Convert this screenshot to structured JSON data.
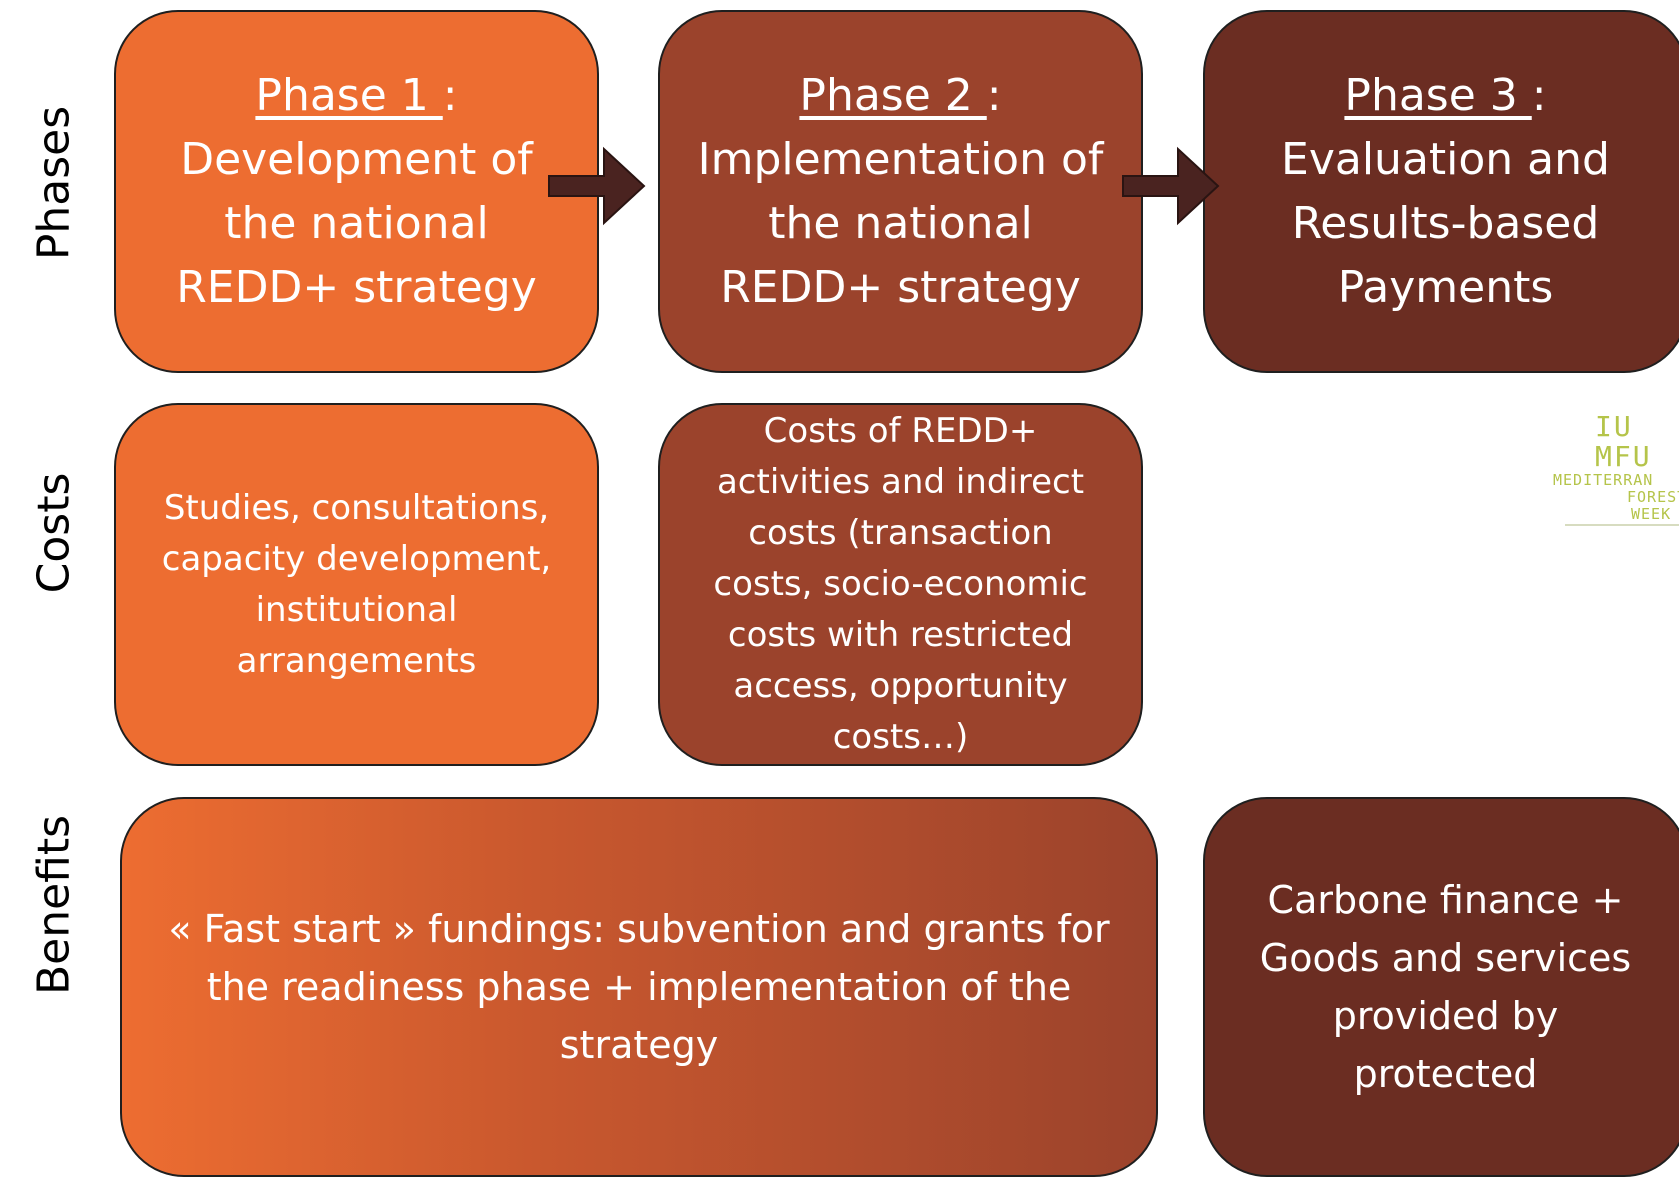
{
  "row_labels": {
    "phases": "Phases",
    "costs": "Costs",
    "benefits": "Benefits"
  },
  "phases": [
    {
      "heading": "Phase 1 ",
      "colon": ":",
      "lines": [
        "Development of",
        "the national",
        "REDD+ strategy"
      ]
    },
    {
      "heading": "Phase 2 ",
      "colon": ":",
      "lines": [
        "Implementation of",
        "the national",
        "REDD+ strategy"
      ]
    },
    {
      "heading": "Phase 3 ",
      "colon": ":",
      "lines": [
        "Evaluation and",
        "Results-based",
        "Payments"
      ]
    }
  ],
  "costs": {
    "phase1": [
      "Studies, consultations,",
      "capacity development,",
      "institutional",
      "arrangements"
    ],
    "phase2": [
      "Costs of REDD+",
      "activities and indirect",
      "costs (transaction",
      "costs, socio-economic",
      "costs with restricted",
      "access, opportunity",
      "costs…)"
    ]
  },
  "benefits": {
    "phases_1_2": [
      "« Fast start » fundings: subvention and grants for",
      "the readiness phase + implementation of the",
      "strategy"
    ],
    "phase3": [
      "Carbone finance +",
      "Goods and services",
      "provided by",
      "protected"
    ]
  },
  "logo": {
    "line1": "IU MFU",
    "line2": "MEDITERRAN",
    "line3": "FOREST",
    "line4": "WEEK"
  },
  "colors": {
    "phase1": "#ed6d31",
    "phase2": "#9b432c",
    "phase3": "#6b2d22",
    "arrow": "#4a2320",
    "logo": "#b5c44a"
  }
}
